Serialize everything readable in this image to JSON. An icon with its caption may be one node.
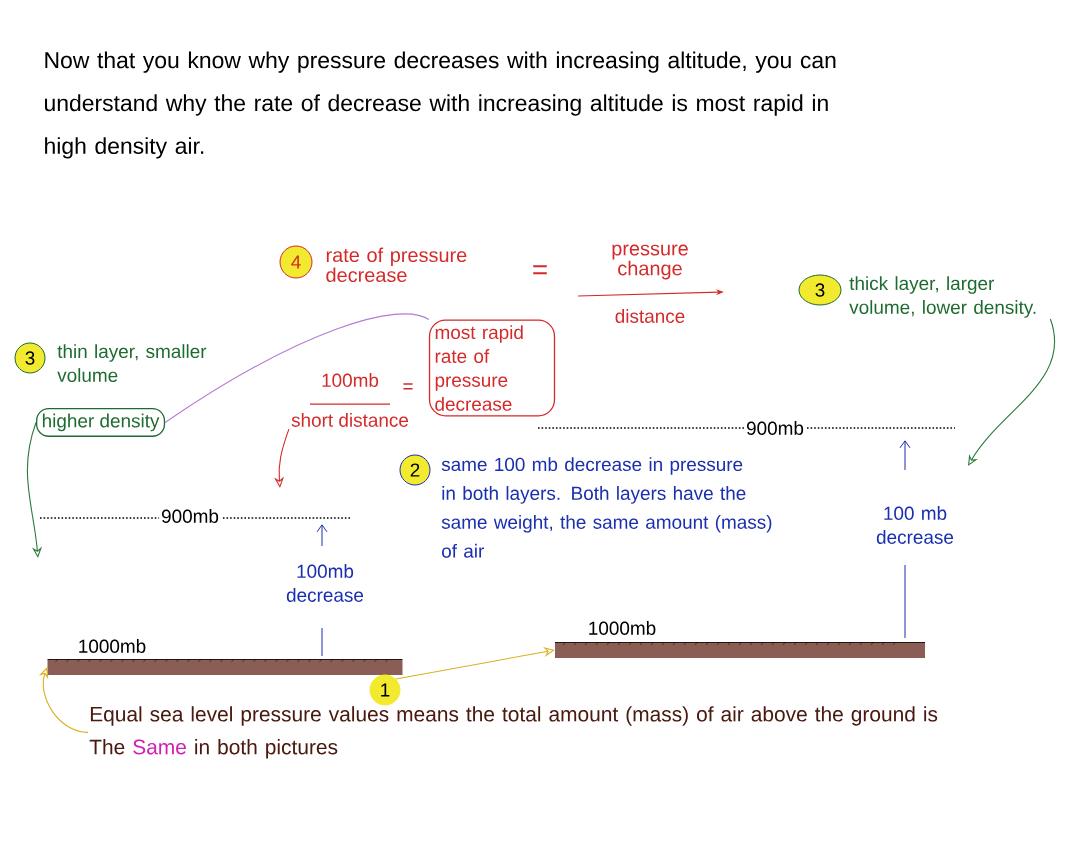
{
  "diagram": {
    "title": "Now that you know why pressure decreases with increasing altitude, you can understand why the rate of decrease with increasing altitude is most rapid in high density air.",
    "nodes": [
      {
        "text": [
          "3",
          "thin layer, smaller volume"
        ]
      },
      {
        "text": [
          "100mb",
          "short distance"
        ]
      },
      {
        "text": [
          "most rapid rate of pressure decrease"
        ]
      },
      {
        "text": [
          "3",
          "thick layer, larger volume, lower density."
        ]
      },
      {
        "text": [
          "2",
          "same 100 mb decrease in pressure in both layers. Both layers have the same weight, the same amount (mass) of air"
        ]
      },
      {
        "text": [],
        "shape": "bar",
        "beside": [
          "1000mb"
        ]
      },
      {
        "text": [],
        "shape": "bar",
        "beside": [
          "1000mb"
        ]
      },
      {
        "text": [
          "1",
          "Equal sea level pressure values means the total amount (mass) of air above the ground is The",
          "Same",
          "in both pictures"
        ]
      },
      {
        "text": [
          "higher density"
        ]
      }
    ],
    "edges": [
      {
        "from": 8,
        "to": null,
        "arrow": "to",
        "color": "#2a7a3a"
      },
      {
        "from": 1,
        "to": null,
        "arrow": "to",
        "color": "#d42a2a"
      },
      {
        "from": 8,
        "to": 2,
        "arrow": "none",
        "color": "#b57ad6"
      },
      {
        "from": 3,
        "to": null,
        "arrow": "to",
        "color": "#2a7a3a"
      },
      {
        "from": 7,
        "to": 5,
        "arrow": "to",
        "color": "#d8b020"
      },
      {
        "from": 7,
        "to": 6,
        "arrow": "to",
        "color": "#d8b020"
      }
    ],
    "labels": [
      "4",
      "rate of pressure decrease",
      "=",
      "pressure change",
      "distance",
      "=",
      "900mb",
      "100mb decrease",
      "900mb",
      "100 mb decrease"
    ]
  }
}
